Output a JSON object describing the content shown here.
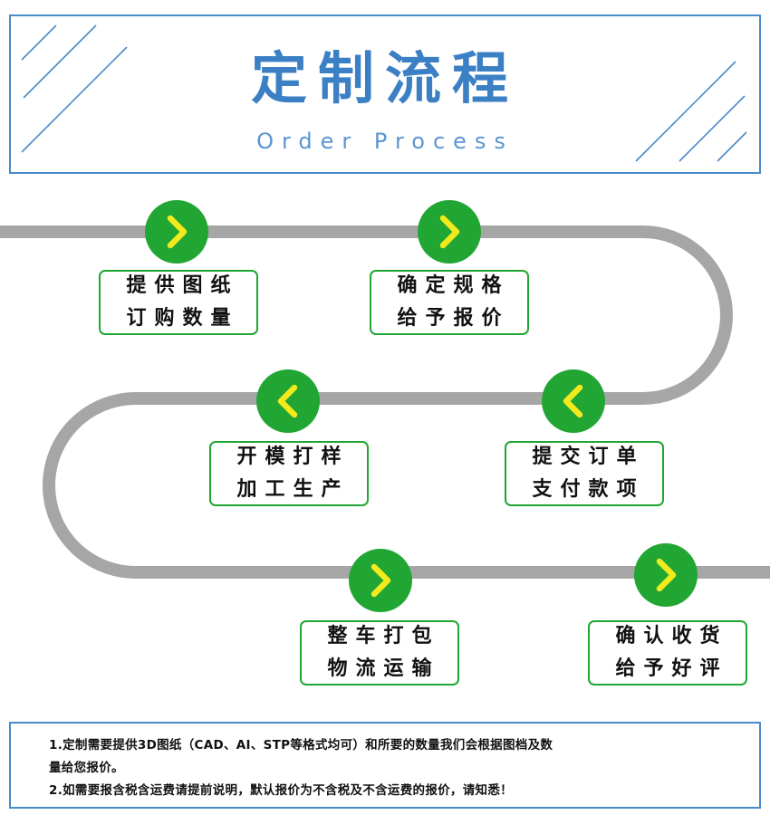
{
  "header": {
    "title": "定制流程",
    "subtitle": "Order Process"
  },
  "steps": [
    {
      "line1": "提供图纸",
      "line2": "订购数量",
      "arrow": "right"
    },
    {
      "line1": "确定规格",
      "line2": "给予报价",
      "arrow": "right"
    },
    {
      "line1": "提交订单",
      "line2": "支付款项",
      "arrow": "left"
    },
    {
      "line1": "开模打样",
      "line2": "加工生产",
      "arrow": "left"
    },
    {
      "line1": "整车打包",
      "line2": "物流运输",
      "arrow": "right"
    },
    {
      "line1": "确认收货",
      "line2": "给予好评",
      "arrow": "right"
    }
  ],
  "notes": {
    "note1_line1": "1.定制需要提供3D图纸（CAD、AI、STP等格式均可）和所要的数量我们会根据图档及数",
    "note1_line2": "量给您报价。",
    "note2": "2.如需要报含税含运费请提前说明，默认报价为不含税及不含运费的报价，请知悉！"
  },
  "colors": {
    "accent_blue": "#3b7fc4",
    "node_green": "#21a633",
    "arrow_yellow": "#f2ea1c",
    "track_gray": "#a6a6a6"
  }
}
